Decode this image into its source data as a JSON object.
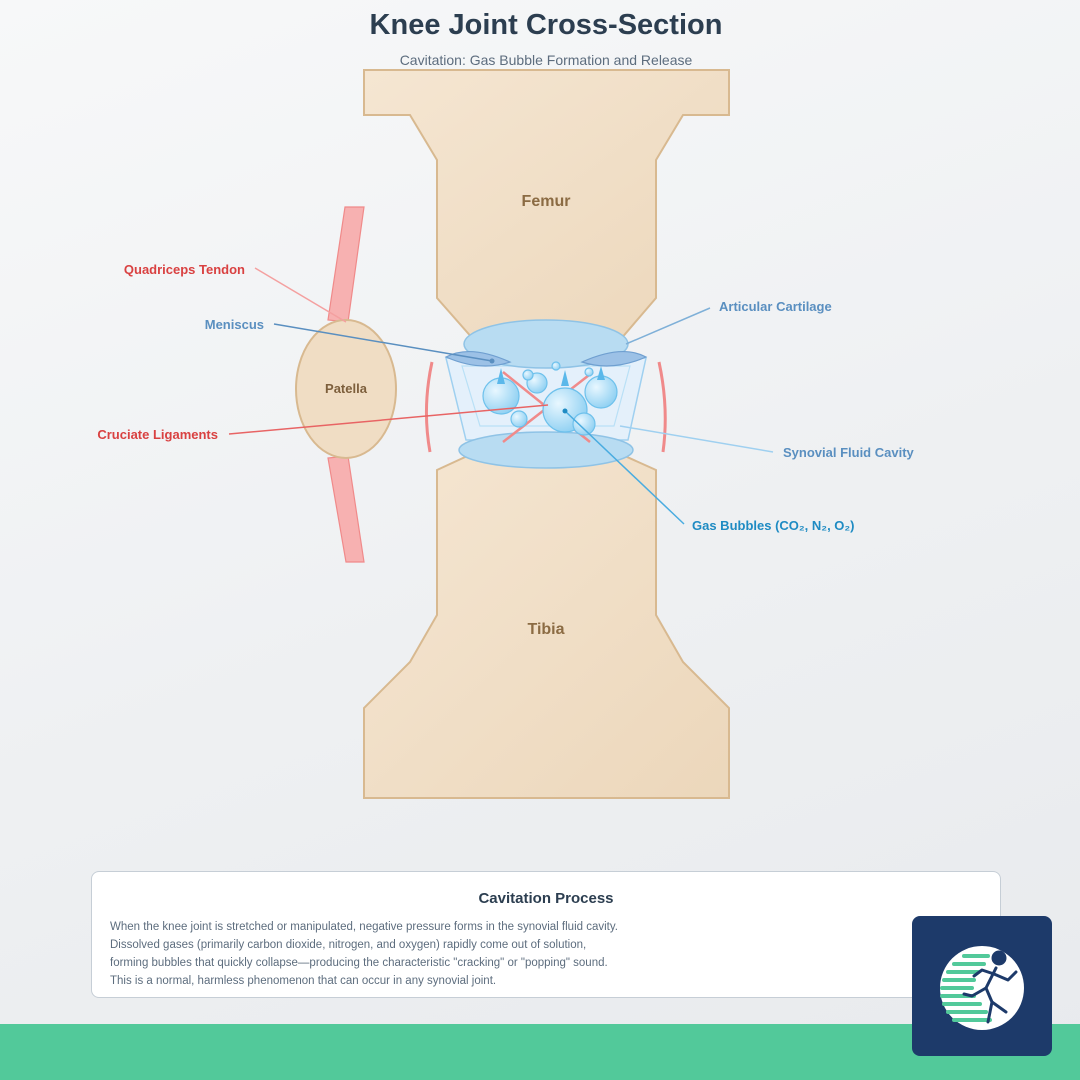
{
  "title": "Knee Joint Cross-Section",
  "subtitle": "Cavitation: Gas Bubble Formation and Release",
  "bones": {
    "femur": "Femur",
    "tibia": "Tibia",
    "patella": "Patella"
  },
  "labels": {
    "quadriceps_tendon": "Quadriceps Tendon",
    "meniscus": "Meniscus",
    "cruciate_ligaments": "Cruciate Ligaments",
    "articular_cartilage": "Articular Cartilage",
    "synovial_fluid_cavity": "Synovial Fluid Cavity",
    "gas_bubbles": "Gas Bubbles (CO₂, N₂, O₂)"
  },
  "info": {
    "heading": "Cavitation Process",
    "lines": [
      "When the knee joint is stretched or manipulated, negative pressure forms in the synovial fluid cavity.",
      "Dissolved gases (primarily carbon dioxide, nitrogen, and oxygen) rapidly come out of solution,",
      "forming bubbles that quickly collapse—producing the characteristic \"cracking\" or \"popping\" sound.",
      "This is a normal, harmless phenomenon that can occur in any synovial joint."
    ]
  },
  "colors": {
    "bone_fill": "#f2e2cc",
    "bone_stroke": "#d8b990",
    "tendon": "#f4a0a0",
    "cartilage": "#b5d8f0",
    "bubble": "#a8dcf6",
    "label_red": "#d94141",
    "label_blue": "#5a8fc0",
    "label_cyan": "#1e8bc3",
    "footer": "#52c99a",
    "logo_bg": "#1d3a6a"
  },
  "logo_icon": "running-person-logo-icon"
}
